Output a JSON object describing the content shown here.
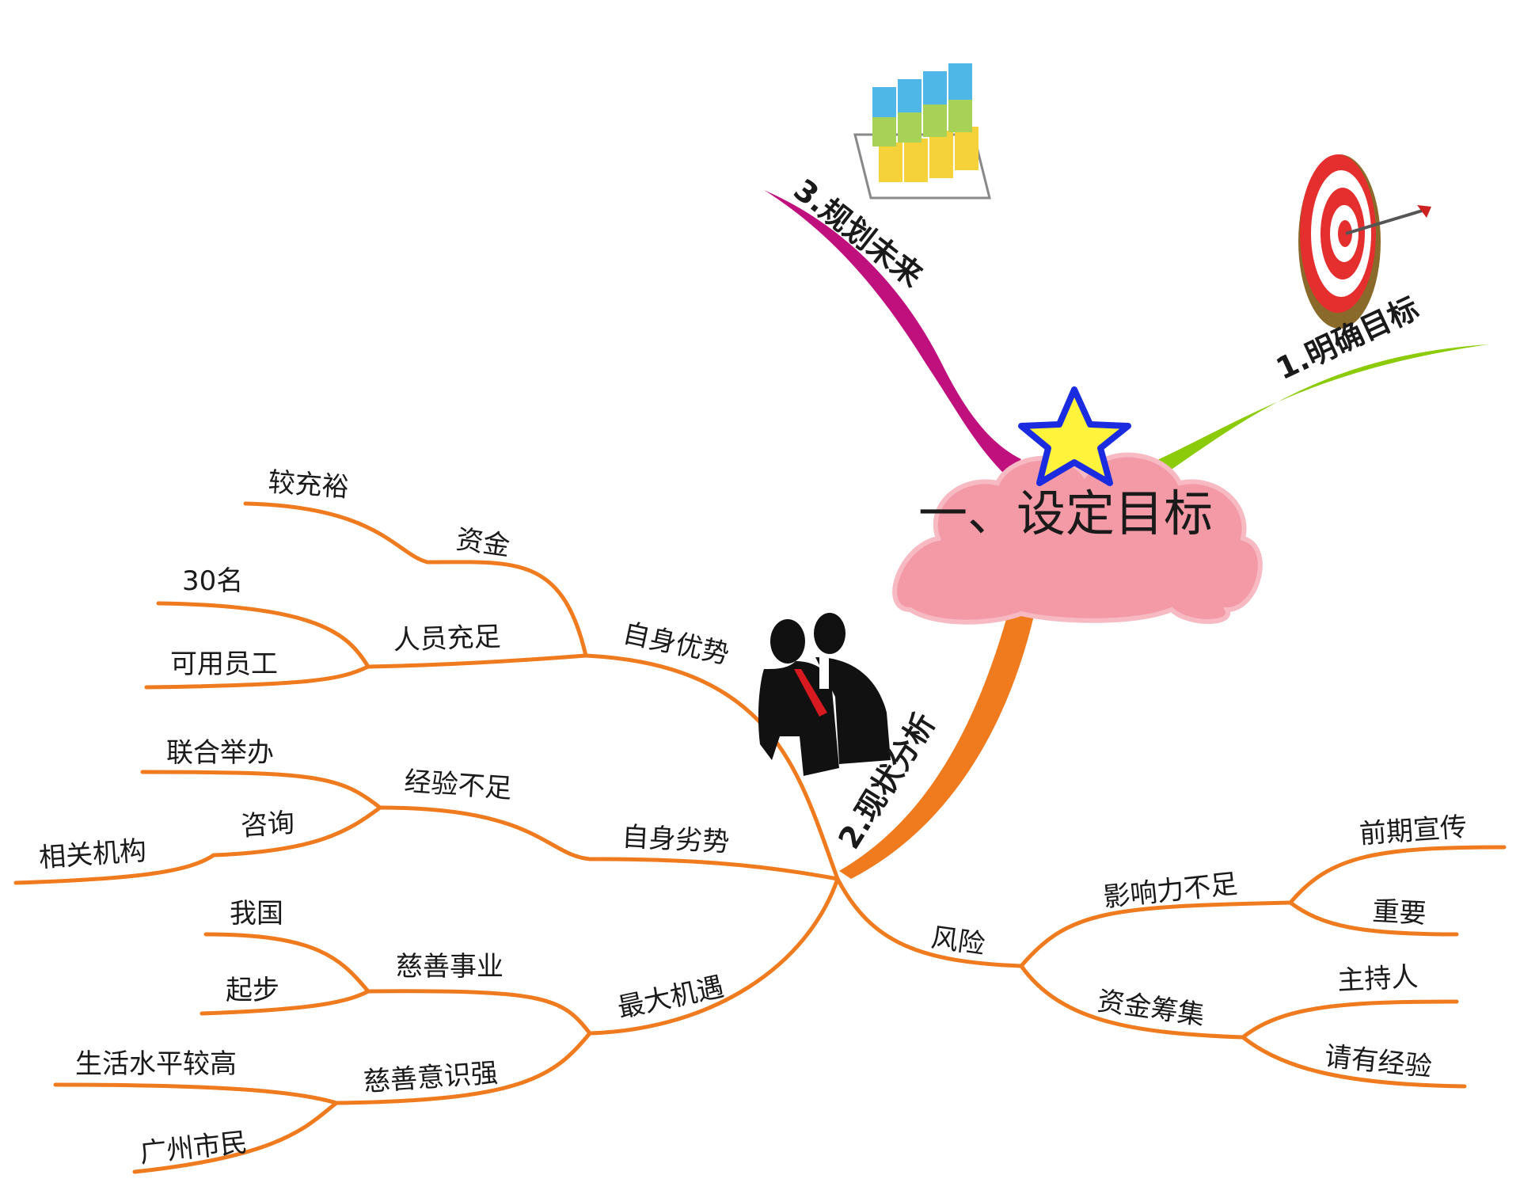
{
  "center": {
    "title": "一、设定目标"
  },
  "branches": {
    "goal": "1.明确目标",
    "analysis": "2.现状分析",
    "future": "3.规划未来"
  },
  "nodes": {
    "strengths": "自身优势",
    "funds": "资金",
    "funds_detail": "较充裕",
    "staff": "人员充足",
    "staff_count": "30名",
    "staff_available": "可用员工",
    "weakness": "自身劣势",
    "experience": "经验不足",
    "joint": "联合举办",
    "consult": "咨询",
    "agencies": "相关机构",
    "opportunity": "最大机遇",
    "charity": "慈善事业",
    "our_country": "我国",
    "starting": "起步",
    "awareness": "慈善意识强",
    "living": "生活水平较高",
    "citizens": "广州市民",
    "risk": "风险",
    "influence": "影响力不足",
    "promotion": "前期宣传",
    "important": "重要",
    "fundraising": "资金筹集",
    "host": "主持人",
    "experienced": "请有经验"
  },
  "colors": {
    "orange": "#F07A1E",
    "green": "#8CCB0A",
    "magenta": "#C0107E",
    "cloud": "#F49AA6",
    "star": "#FFF33C",
    "star_outline": "#1A2BE0"
  },
  "icons": {
    "goal": "target-icon",
    "analysis": "businesspeople-icon",
    "future": "bar-chart-3d-icon",
    "center": "star-icon"
  }
}
